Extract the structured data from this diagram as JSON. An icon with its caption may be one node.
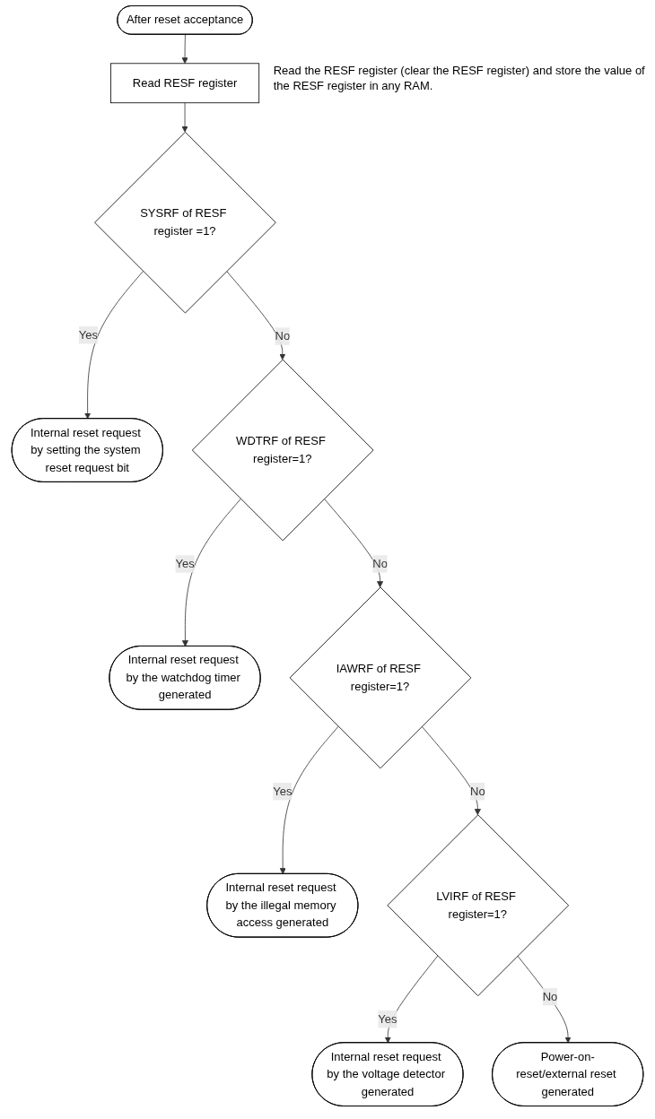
{
  "diagram": {
    "nodes": [
      {
        "text": [
          "After reset acceptance"
        ]
      },
      {
        "text": [
          "Read RESF register"
        ],
        "beside": [
          "Read the RESF register (clear the RESF register) and store the value of the RESF register in any RAM."
        ]
      },
      {
        "text": [
          "SYSRF of RESF register =1?"
        ]
      },
      {
        "text": [
          "Internal reset request by setting the system reset request bit"
        ]
      },
      {
        "text": [
          "WDTRF of RESF register=1?"
        ]
      },
      {
        "text": [
          "Internal reset request by the watchdog timer generated"
        ]
      },
      {
        "text": [
          "IAWRF of RESF register=1?"
        ]
      },
      {
        "text": [
          "Internal reset request by the illegal memory access generated"
        ]
      },
      {
        "text": [
          "LVIRF of RESF register=1?"
        ]
      },
      {
        "text": [
          "Internal reset request by the voltage detector generated"
        ]
      },
      {
        "text": [
          "Power-on-reset/external reset generated"
        ]
      }
    ],
    "edges": [
      {
        "from": 0,
        "to": 1,
        "arrow": "to"
      },
      {
        "from": 1,
        "to": 2,
        "arrow": "to"
      },
      {
        "from": 2,
        "to": 3,
        "arrow": "to",
        "label": "Yes"
      },
      {
        "from": 2,
        "to": 4,
        "arrow": "to",
        "label": "No"
      },
      {
        "from": 4,
        "to": 5,
        "arrow": "to",
        "label": "Yes"
      },
      {
        "from": 4,
        "to": 6,
        "arrow": "to",
        "label": "No"
      },
      {
        "from": 6,
        "to": 7,
        "arrow": "to",
        "label": "Yes"
      },
      {
        "from": 6,
        "to": 8,
        "arrow": "to",
        "label": "No"
      },
      {
        "from": 8,
        "to": 9,
        "arrow": "to",
        "label": "Yes"
      },
      {
        "from": 8,
        "to": 10,
        "arrow": "to",
        "label": "No"
      }
    ]
  }
}
